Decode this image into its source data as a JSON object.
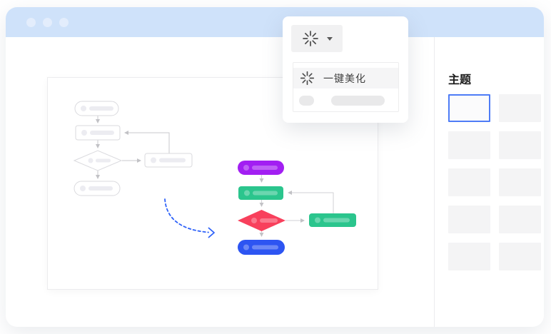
{
  "window": {
    "header": {
      "color": "#cfe2fa",
      "dot_color": "#e3edfc",
      "dots": 3
    }
  },
  "beautify_popup": {
    "button": {
      "icon": "beautify-spark-icon",
      "caret_icon": "chevron-down-icon"
    },
    "menu": {
      "items": [
        {
          "icon": "beautify-spark-icon",
          "label": "一键美化",
          "highlighted": true
        }
      ],
      "placeholder_pills": 2
    }
  },
  "theme_panel": {
    "title": "主题",
    "swatches": {
      "count": 10,
      "columns": 2,
      "selected_index": 0,
      "selected_border_color": "#4e7cf6"
    }
  },
  "canvas": {
    "before_flowchart": {
      "style": "sketch-grey",
      "stroke_color": "#dadade",
      "nodes": [
        {
          "id": "start",
          "type": "stadium"
        },
        {
          "id": "step",
          "type": "rect"
        },
        {
          "id": "decision",
          "type": "diamond"
        },
        {
          "id": "side-step",
          "type": "rect"
        },
        {
          "id": "end",
          "type": "stadium"
        }
      ]
    },
    "after_flowchart": {
      "style": "colored",
      "nodes": [
        {
          "id": "start",
          "type": "stadium",
          "color": "#a21ff2"
        },
        {
          "id": "step",
          "type": "rect",
          "color": "#2bc58d"
        },
        {
          "id": "decision",
          "type": "diamond",
          "color": "#f8405c"
        },
        {
          "id": "side-step",
          "type": "rect",
          "color": "#2bc58d"
        },
        {
          "id": "end",
          "type": "stadium",
          "color": "#2d55f2"
        }
      ]
    },
    "transform_arrow": {
      "color": "#2e62f9",
      "style": "dashed-curve"
    }
  }
}
